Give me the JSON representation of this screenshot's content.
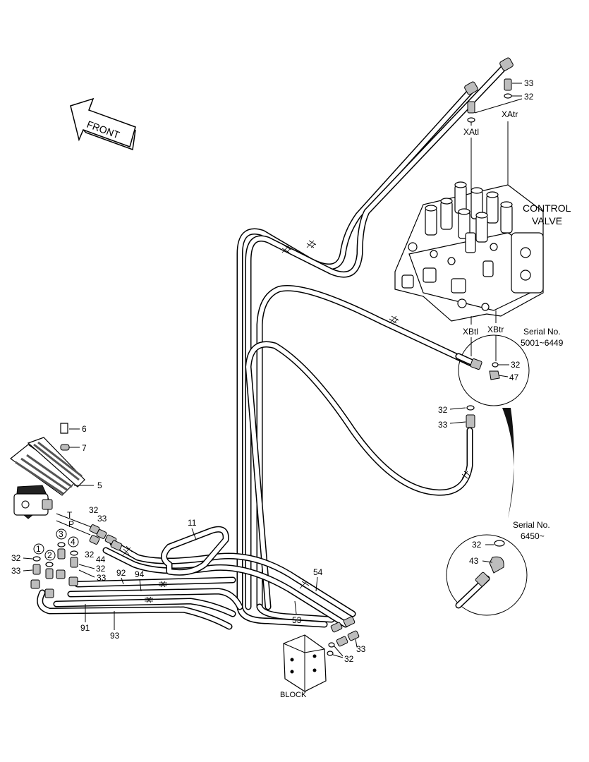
{
  "diagram": {
    "front_label": "FRONT",
    "control_valve_label": [
      "CONTROL",
      "VALVE"
    ],
    "block_label": "BLOCK",
    "ports": {
      "xatl": "XAtl",
      "xatr": "XAtr",
      "xbtl": "XBtl",
      "xbtr": "XBtr",
      "t": "T",
      "p": "P"
    },
    "serial_1": [
      "Serial No.",
      "5001~6449"
    ],
    "serial_2": [
      "Serial No.",
      "6450~"
    ],
    "callouts": {
      "c33_top": "33",
      "c32_top": "32",
      "c32_mid": "32",
      "c47": "47",
      "c32_left": "32",
      "c33_left": "33",
      "c6": "6",
      "c7": "7",
      "c5": "5",
      "c32_a": "32",
      "c33_a": "33",
      "c11": "11",
      "c32_b": "32",
      "c44": "44",
      "c32_c": "32",
      "c33_c": "33",
      "c92": "92",
      "c94": "94",
      "c54": "54",
      "c32_d": "32",
      "c33_d": "33",
      "c91": "91",
      "c93": "93",
      "c53": "53",
      "c33_blk": "33",
      "c32_blk": "32",
      "c32_s2": "32",
      "c43": "43"
    },
    "circled": [
      "1",
      "2",
      "3",
      "4"
    ]
  }
}
